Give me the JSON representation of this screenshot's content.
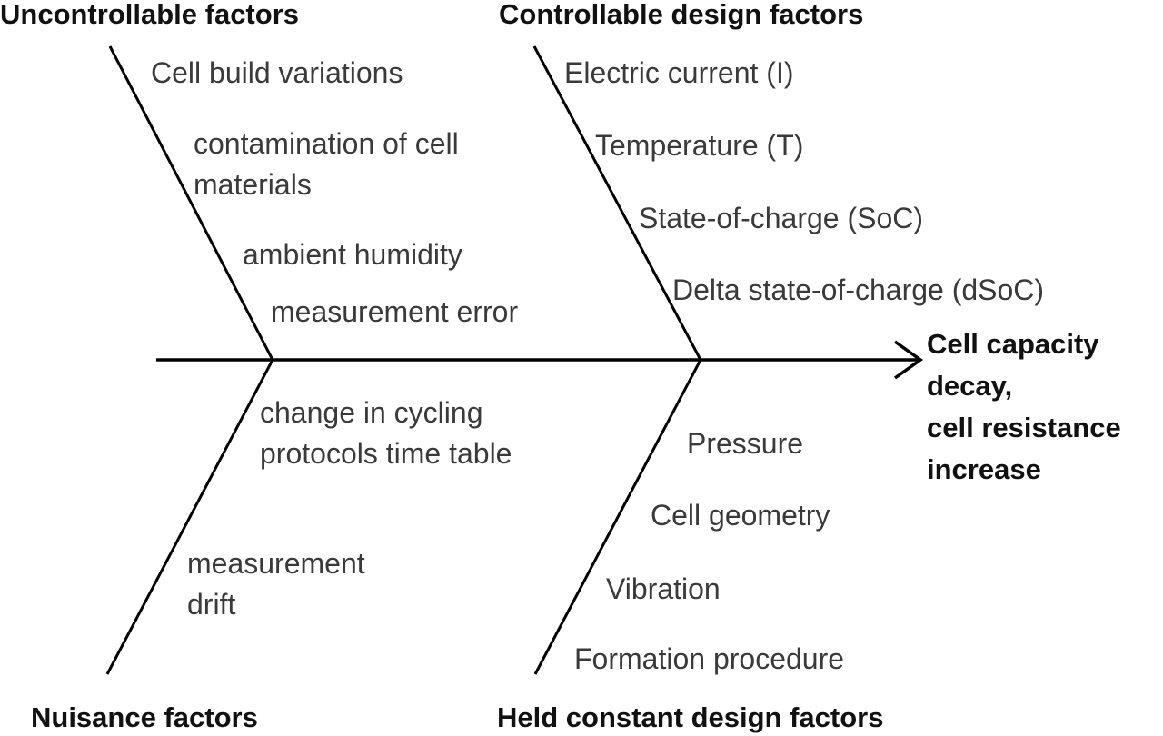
{
  "categories": {
    "uncontrollable": {
      "title": "Uncontrollable factors",
      "factors": [
        "Cell build variations",
        "contamination of cell materials",
        "ambient humidity",
        "measurement error"
      ]
    },
    "controllable": {
      "title": "Controllable design factors",
      "factors": [
        "Electric current (I)",
        "Temperature (T)",
        "State-of-charge (SoC)",
        "Delta state-of-charge (dSoC)"
      ]
    },
    "nuisance": {
      "title": "Nuisance  factors",
      "factors": [
        "change in cycling protocols time table",
        "measurement drift"
      ]
    },
    "held_constant": {
      "title": "Held constant design factors",
      "factors": [
        "Pressure",
        "Cell geometry",
        "Vibration",
        "Formation procedure"
      ]
    }
  },
  "outcome": {
    "lines": [
      "Cell capacity",
      "decay,",
      "cell resistance",
      "increase"
    ]
  },
  "colors": {
    "line": "#000000",
    "factor_text": "#3a3a3a",
    "heading_text": "#111111"
  }
}
